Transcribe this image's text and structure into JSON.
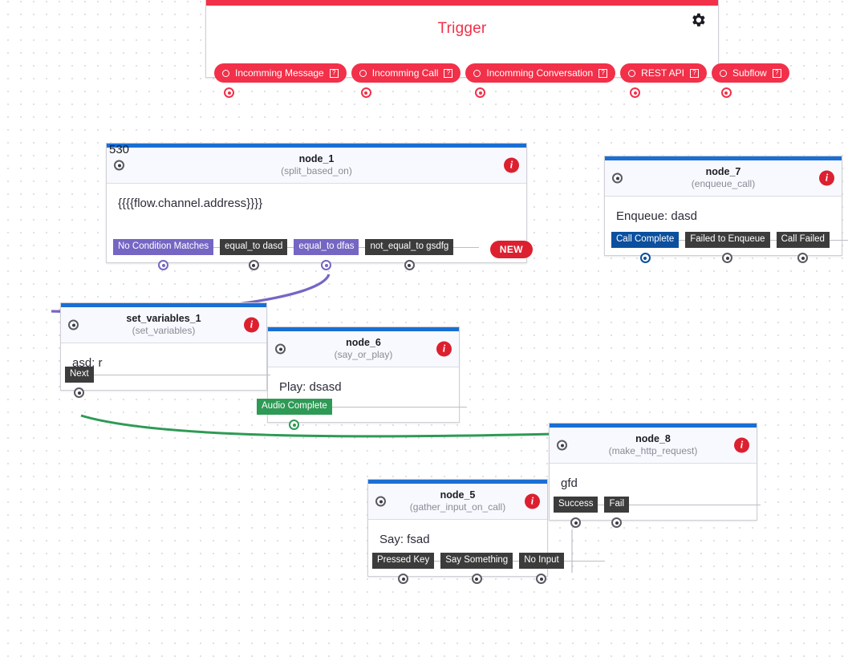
{
  "canvas": {
    "zoom_label": "530",
    "grid": "dotted"
  },
  "colors": {
    "trigger_red": "#f23049",
    "node_blue": "#1a6fd4",
    "tag_dark": "#3c3c3c",
    "tag_purple": "#7566c4",
    "tag_blue": "#0b4f9e",
    "tag_green": "#2e9a55",
    "info_red": "#dc2030"
  },
  "trigger": {
    "title": "Trigger",
    "gear_icon": "gear-icon",
    "outputs": [
      {
        "label": "Incomming Message",
        "help": "?"
      },
      {
        "label": "Incomming Call",
        "help": "?"
      },
      {
        "label": "Incomming Conversation",
        "help": "?"
      },
      {
        "label": "REST API",
        "help": "?"
      },
      {
        "label": "Subflow",
        "help": "?"
      }
    ]
  },
  "nodes": [
    {
      "id": "node1",
      "title": "node_1",
      "subtitle": "(split_based_on)",
      "body": "{{{{flow.channel.address}}}}",
      "info_badge": "i",
      "new_pill": "NEW",
      "outputs": [
        {
          "label": "No Condition Matches",
          "style": "purple"
        },
        {
          "label": "equal_to dasd",
          "style": "dark"
        },
        {
          "label": "equal_to dfas",
          "style": "purple"
        },
        {
          "label": "not_equal_to gsdfg",
          "style": "dark"
        }
      ]
    },
    {
      "id": "node7",
      "title": "node_7",
      "subtitle": "(enqueue_call)",
      "body": "Enqueue: dasd",
      "info_badge": "i",
      "outputs": [
        {
          "label": "Call Complete",
          "style": "blue"
        },
        {
          "label": "Failed to Enqueue",
          "style": "dark"
        },
        {
          "label": "Call Failed",
          "style": "dark"
        }
      ]
    },
    {
      "id": "setvars",
      "title": "set_variables_1",
      "subtitle": "(set_variables)",
      "body": "asd: r",
      "info_badge": "i",
      "outputs": [
        {
          "label": "Next",
          "style": "dark"
        }
      ]
    },
    {
      "id": "node6",
      "title": "node_6",
      "subtitle": "(say_or_play)",
      "body": "Play: dsasd",
      "info_badge": "i",
      "outputs": [
        {
          "label": "Audio Complete",
          "style": "green"
        }
      ]
    },
    {
      "id": "node8",
      "title": "node_8",
      "subtitle": "(make_http_request)",
      "body": "gfd",
      "info_badge": "i",
      "outputs": [
        {
          "label": "Success",
          "style": "dark"
        },
        {
          "label": "Fail",
          "style": "dark"
        }
      ]
    },
    {
      "id": "node5",
      "title": "node_5",
      "subtitle": "(gather_input_on_call)",
      "body": "Say: fsad",
      "info_badge": "i",
      "outputs": [
        {
          "label": "Pressed Key",
          "style": "dark"
        },
        {
          "label": "Say Something",
          "style": "dark"
        },
        {
          "label": "No Input",
          "style": "dark"
        }
      ]
    }
  ]
}
